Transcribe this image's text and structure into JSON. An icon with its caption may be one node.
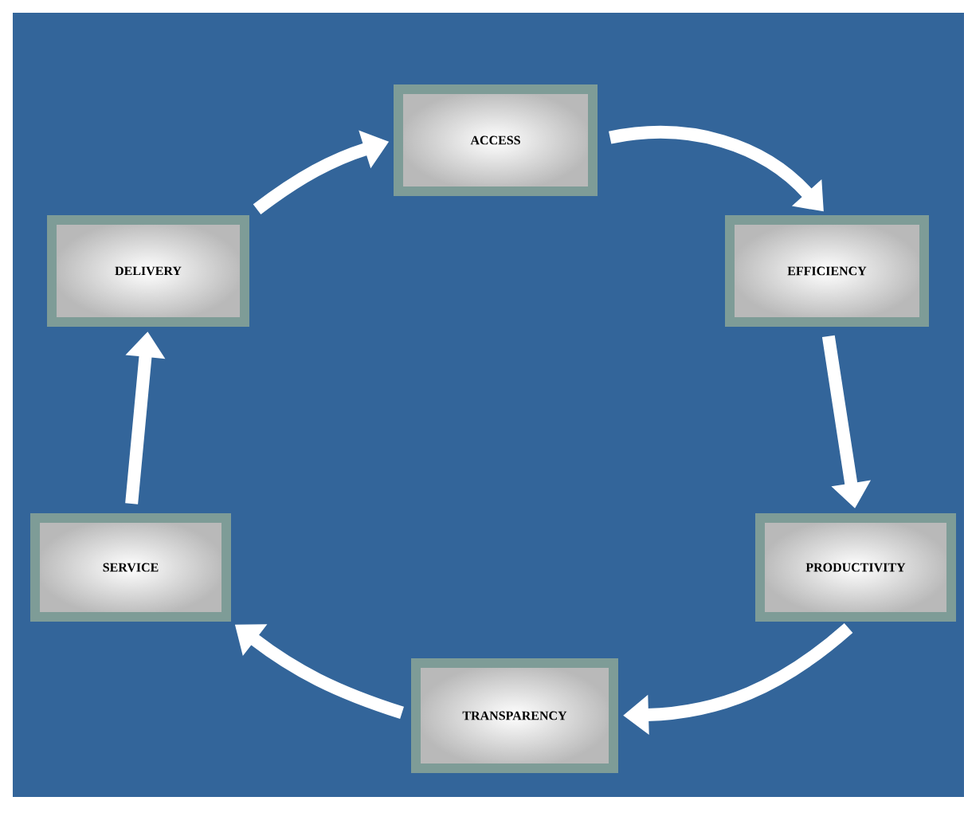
{
  "diagram": {
    "nodes": [
      {
        "text": [
          "ACCESS"
        ]
      },
      {
        "text": [
          "EFFICIENCY"
        ]
      },
      {
        "text": [
          "PRODUCTIVITY"
        ]
      },
      {
        "text": [
          "TRANSPARENCY"
        ]
      },
      {
        "text": [
          "SERVICE"
        ]
      },
      {
        "text": [
          "DELIVERY"
        ]
      }
    ],
    "edges": [
      {
        "from": 0,
        "to": 1,
        "arrow": "to"
      },
      {
        "from": 1,
        "to": 2,
        "arrow": "to"
      },
      {
        "from": 2,
        "to": 3,
        "arrow": "to"
      },
      {
        "from": 3,
        "to": 4,
        "arrow": "to"
      },
      {
        "from": 4,
        "to": 5,
        "arrow": "to"
      },
      {
        "from": 5,
        "to": 0,
        "arrow": "to"
      }
    ]
  }
}
